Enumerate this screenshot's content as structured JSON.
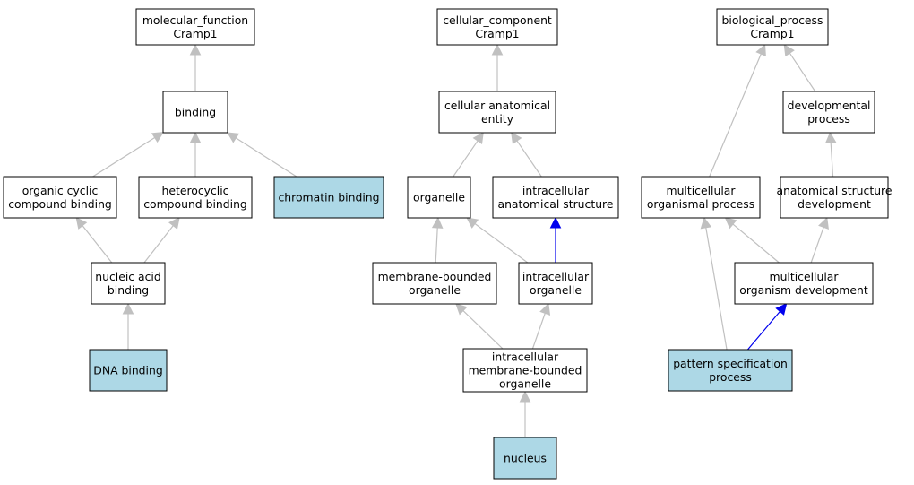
{
  "colors": {
    "background": "#ffffff",
    "node_fill": "#ffffff",
    "highlight_fill": "#add8e6",
    "border": "#000000",
    "edge_gray": "#c0c0c0",
    "edge_blue": "#0000ee"
  },
  "nodes": [
    {
      "id": "mf",
      "lines": [
        "molecular_function",
        "Cramp1"
      ],
      "highlight": false
    },
    {
      "id": "binding",
      "lines": [
        "binding"
      ],
      "highlight": false
    },
    {
      "id": "ocb",
      "lines": [
        "organic cyclic",
        "compound binding"
      ],
      "highlight": false
    },
    {
      "id": "hcb",
      "lines": [
        "heterocyclic",
        "compound binding"
      ],
      "highlight": false
    },
    {
      "id": "chrom",
      "lines": [
        "chromatin binding"
      ],
      "highlight": true
    },
    {
      "id": "nab",
      "lines": [
        "nucleic acid",
        "binding"
      ],
      "highlight": false
    },
    {
      "id": "dna",
      "lines": [
        "DNA binding"
      ],
      "highlight": true
    },
    {
      "id": "cc",
      "lines": [
        "cellular_component",
        "Cramp1"
      ],
      "highlight": false
    },
    {
      "id": "cae",
      "lines": [
        "cellular anatomical",
        "entity"
      ],
      "highlight": false
    },
    {
      "id": "org",
      "lines": [
        "organelle"
      ],
      "highlight": false
    },
    {
      "id": "ias",
      "lines": [
        "intracellular",
        "anatomical structure"
      ],
      "highlight": false
    },
    {
      "id": "mbo",
      "lines": [
        "membrane-bounded",
        "organelle"
      ],
      "highlight": false
    },
    {
      "id": "io",
      "lines": [
        "intracellular",
        "organelle"
      ],
      "highlight": false
    },
    {
      "id": "imbo",
      "lines": [
        "intracellular",
        "membrane-bounded",
        "organelle"
      ],
      "highlight": false
    },
    {
      "id": "nuc",
      "lines": [
        "nucleus"
      ],
      "highlight": true
    },
    {
      "id": "bp",
      "lines": [
        "biological_process",
        "Cramp1"
      ],
      "highlight": false
    },
    {
      "id": "devp",
      "lines": [
        "developmental",
        "process"
      ],
      "highlight": false
    },
    {
      "id": "mop",
      "lines": [
        "multicellular",
        "organismal process"
      ],
      "highlight": false
    },
    {
      "id": "asd",
      "lines": [
        "anatomical structure",
        "development"
      ],
      "highlight": false
    },
    {
      "id": "mod",
      "lines": [
        "multicellular",
        "organism development"
      ],
      "highlight": false
    },
    {
      "id": "psp",
      "lines": [
        "pattern specification",
        "process"
      ],
      "highlight": true
    }
  ],
  "edges": [
    {
      "from": "binding",
      "to": "mf",
      "color": "gray"
    },
    {
      "from": "ocb",
      "to": "binding",
      "color": "gray"
    },
    {
      "from": "hcb",
      "to": "binding",
      "color": "gray"
    },
    {
      "from": "chrom",
      "to": "binding",
      "color": "gray"
    },
    {
      "from": "nab",
      "to": "ocb",
      "color": "gray"
    },
    {
      "from": "nab",
      "to": "hcb",
      "color": "gray"
    },
    {
      "from": "dna",
      "to": "nab",
      "color": "gray"
    },
    {
      "from": "cae",
      "to": "cc",
      "color": "gray"
    },
    {
      "from": "org",
      "to": "cae",
      "color": "gray"
    },
    {
      "from": "ias",
      "to": "cae",
      "color": "gray"
    },
    {
      "from": "mbo",
      "to": "org",
      "color": "gray"
    },
    {
      "from": "io",
      "to": "org",
      "color": "gray"
    },
    {
      "from": "io",
      "to": "ias",
      "color": "blue"
    },
    {
      "from": "imbo",
      "to": "mbo",
      "color": "gray"
    },
    {
      "from": "imbo",
      "to": "io",
      "color": "gray"
    },
    {
      "from": "nuc",
      "to": "imbo",
      "color": "gray"
    },
    {
      "from": "devp",
      "to": "bp",
      "color": "gray"
    },
    {
      "from": "mop",
      "to": "bp",
      "color": "gray"
    },
    {
      "from": "asd",
      "to": "devp",
      "color": "gray"
    },
    {
      "from": "mod",
      "to": "mop",
      "color": "gray"
    },
    {
      "from": "mod",
      "to": "asd",
      "color": "gray"
    },
    {
      "from": "psp",
      "to": "mop",
      "color": "gray"
    },
    {
      "from": "psp",
      "to": "mod",
      "color": "blue"
    }
  ]
}
